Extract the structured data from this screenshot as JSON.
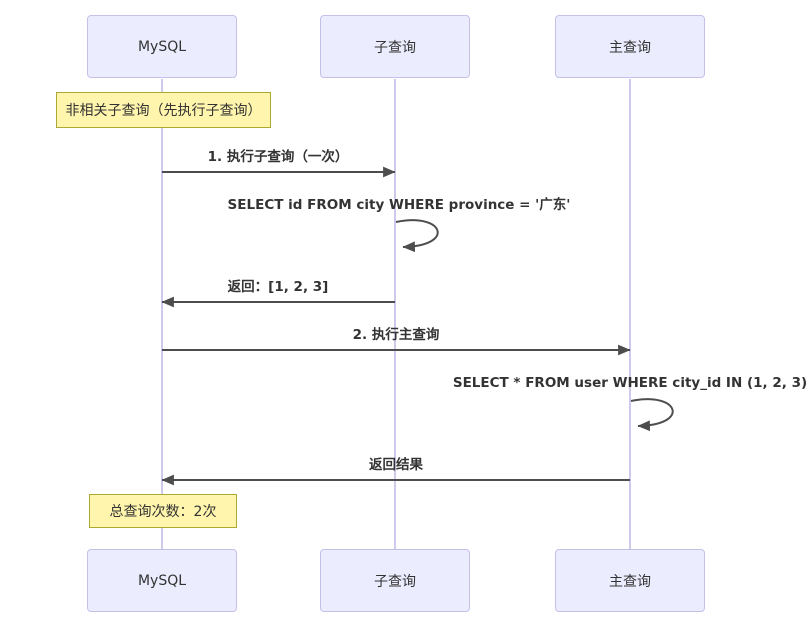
{
  "actors": [
    {
      "name": "MySQL"
    },
    {
      "name": "子查询"
    },
    {
      "name": "主查询"
    }
  ],
  "notes": [
    {
      "text": "非相关子查询（先执行子查询）",
      "position": "over MySQL"
    },
    {
      "text": "总查询次数：2次",
      "position": "over MySQL"
    }
  ],
  "messages": [
    {
      "label": "1. 执行子查询（一次）",
      "from": "MySQL",
      "to": "子查询",
      "type": "solid-arrow"
    },
    {
      "label": "SELECT id FROM city WHERE province = '广东'",
      "from": "子查询",
      "to": "子查询",
      "type": "self-loop"
    },
    {
      "label": "返回：[1, 2, 3]",
      "from": "子查询",
      "to": "MySQL",
      "type": "solid-arrow"
    },
    {
      "label": "2. 执行主查询",
      "from": "MySQL",
      "to": "主查询",
      "type": "solid-arrow"
    },
    {
      "label": "SELECT * FROM user WHERE city_id IN (1, 2, 3)",
      "from": "主查询",
      "to": "主查询",
      "type": "self-loop"
    },
    {
      "label": "返回结果",
      "from": "主查询",
      "to": "MySQL",
      "type": "solid-arrow"
    }
  ],
  "colors": {
    "actor_fill": "#ECECFF",
    "actor_border": "#C5C0EA",
    "lifeline": "#CFC9EC",
    "note_fill": "#FFF5AD",
    "note_border": "#AAAA33",
    "message_line": "#4D4D4D",
    "text": "#333333"
  }
}
